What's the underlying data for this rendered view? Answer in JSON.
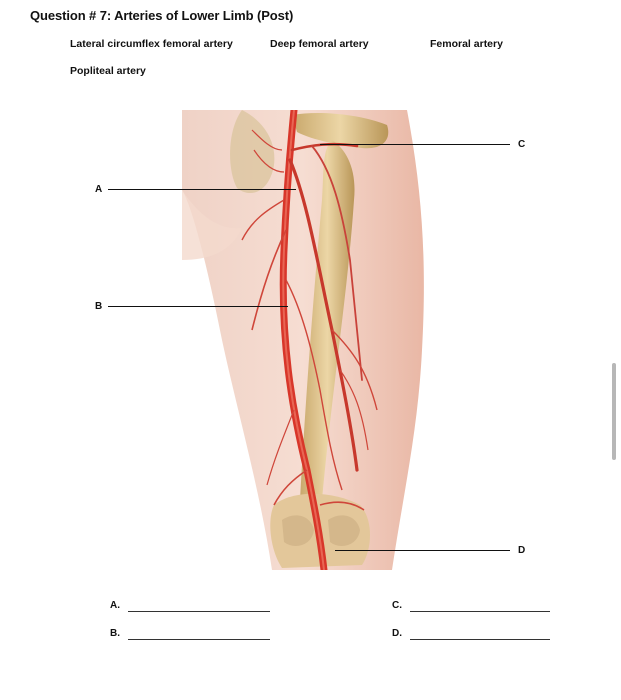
{
  "title": "Question # 7: Arteries of Lower Limb (Post)",
  "terms": [
    "Lateral circumflex femoral artery",
    "Deep femoral artery",
    "Femoral artery",
    "Popliteal artery"
  ],
  "figure_labels": {
    "a": "A",
    "b": "B",
    "c": "C",
    "d": "D"
  },
  "answers": [
    {
      "letter": "A."
    },
    {
      "letter": "B."
    },
    {
      "letter": "C."
    },
    {
      "letter": "D."
    }
  ],
  "colors": {
    "artery": "#d8362a",
    "bone": "#d9c08f",
    "skin": "#f2c9b6"
  }
}
